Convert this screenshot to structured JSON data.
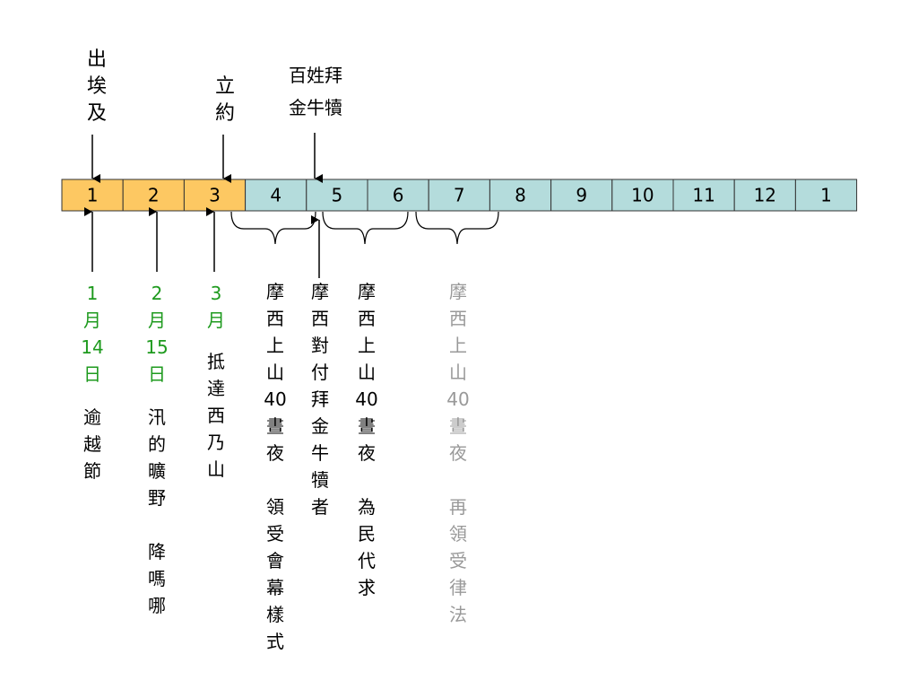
{
  "colors": {
    "early_month_fill": "#FDC862",
    "other_month_fill": "#B4DCDC",
    "cell_border": "#333333",
    "date_text": "#1E9A1E",
    "faded_text": "#999999",
    "text": "#000000"
  },
  "months": [
    "1",
    "2",
    "3",
    "4",
    "5",
    "6",
    "7",
    "8",
    "9",
    "10",
    "11",
    "12",
    "1"
  ],
  "top_labels": {
    "exodus": [
      "出",
      "埃",
      "及"
    ],
    "established": [
      "立",
      "約"
    ],
    "golden_calf": [
      "百姓拜",
      "金牛犢"
    ]
  },
  "bottom_labels": {
    "m1_date": [
      "1",
      "月",
      "14",
      "日"
    ],
    "m1_event": [
      "逾",
      "越",
      "節"
    ],
    "m2_date": [
      "2",
      "月",
      "15",
      "日"
    ],
    "m2_event": [
      "汛",
      "的",
      "曠",
      "野",
      "",
      "降",
      "嗎",
      "哪"
    ],
    "m3_date": [
      "3",
      "月"
    ],
    "m3_event": [
      "抵",
      "達",
      "西",
      "乃",
      "山"
    ],
    "moses1": [
      "摩",
      "西",
      "上",
      "山",
      "40",
      "晝",
      "夜",
      "",
      "領",
      "受",
      "會",
      "幕",
      "樣",
      "式"
    ],
    "moses_calf": [
      "摩",
      "西",
      "對",
      "付",
      "拜",
      "金",
      "牛",
      "犢",
      "者"
    ],
    "moses2": [
      "摩",
      "西",
      "上",
      "山",
      "40",
      "晝",
      "夜",
      "",
      "為",
      "民",
      "代",
      "求"
    ],
    "moses3": [
      "摩",
      "西",
      "上",
      "山",
      "40",
      "晝",
      "夜",
      "",
      "再",
      "領",
      "受",
      "律",
      "法"
    ]
  }
}
